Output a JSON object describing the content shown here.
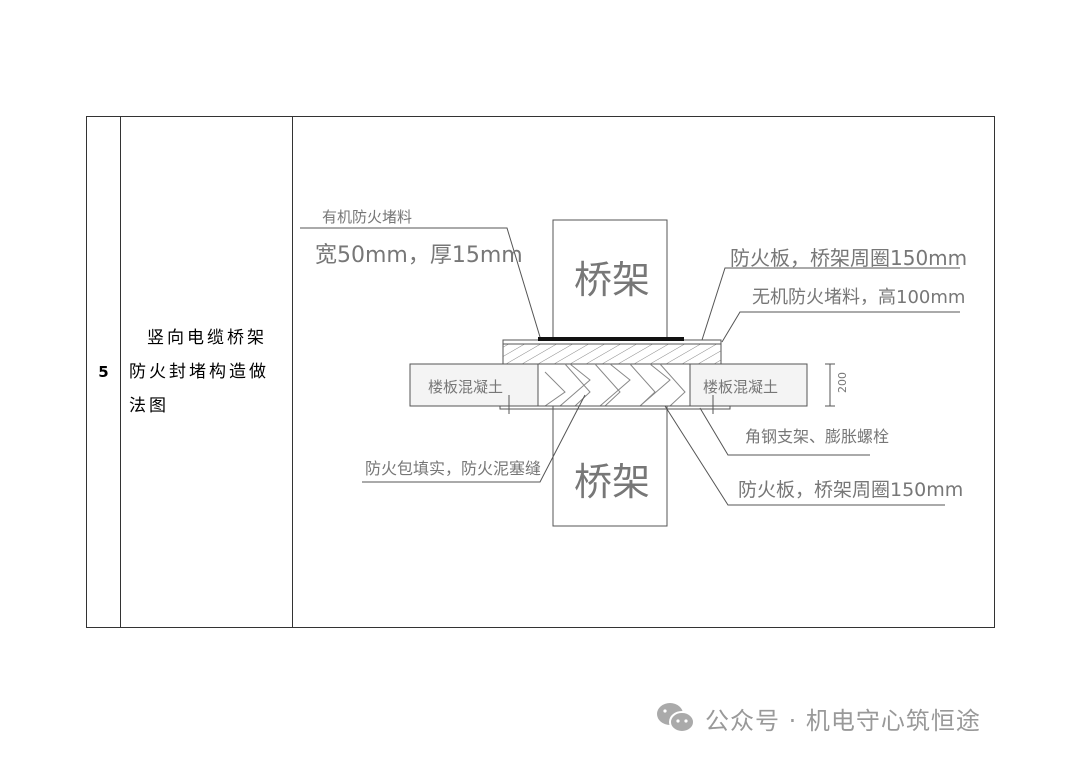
{
  "row": {
    "number": "5",
    "title": "竖向电缆桥架防火封堵构造做法图"
  },
  "figure": {
    "tray_label": "桥架",
    "slab_label": "楼板混凝土",
    "dimension": "200",
    "labels": {
      "organic_1": "有机防火堵料",
      "organic_2": "宽50mm，厚15mm",
      "board_top": "防火板，桥架周圈150mm",
      "inorganic": "无机防火堵料，高100mm",
      "bracket": "角钢支架、膨胀螺栓",
      "fill": "防火包填实，防火泥塞缝",
      "board_bottom": "防火板，桥架周圈150mm"
    }
  },
  "watermark": {
    "icon": "wechat-icon",
    "text": "公众号 · 机电守心筑恒途"
  }
}
